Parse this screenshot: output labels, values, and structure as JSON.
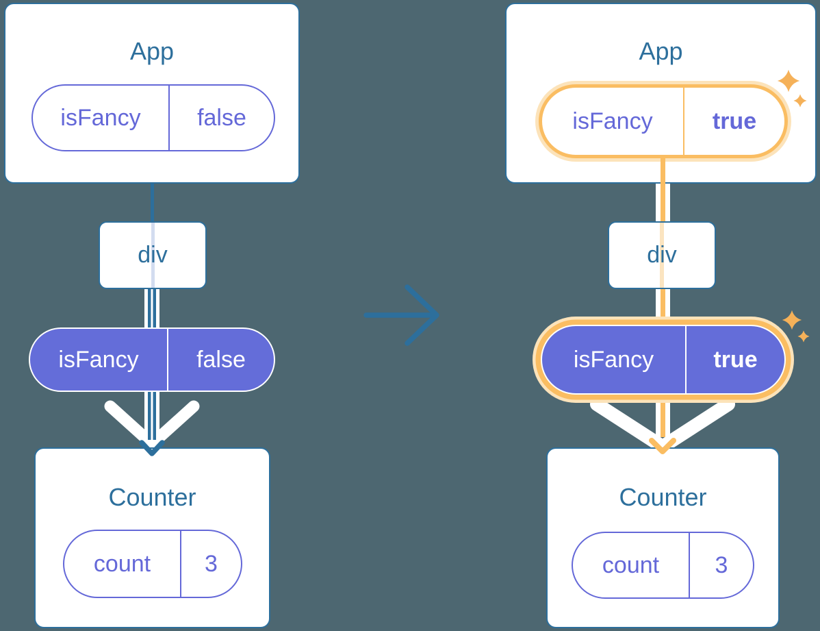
{
  "colors": {
    "background": "#4D6771",
    "card_stroke_blue": "#2D6F9C",
    "purple": "#646DD9",
    "purple_text": "#6468D8",
    "orange": "#FABD62",
    "orange_pale": "#FCE3BA",
    "white": "#FFFFFF"
  },
  "left_tree": {
    "app": {
      "title": "App",
      "pill": {
        "key": "isFancy",
        "value": "false"
      }
    },
    "div": {
      "title": "div"
    },
    "prop_pill": {
      "key": "isFancy",
      "value": "false"
    },
    "counter": {
      "title": "Counter",
      "pill": {
        "key": "count",
        "value": "3"
      }
    }
  },
  "right_tree": {
    "app": {
      "title": "App",
      "pill": {
        "key": "isFancy",
        "value": "true"
      }
    },
    "div": {
      "title": "div"
    },
    "prop_pill": {
      "key": "isFancy",
      "value": "true"
    },
    "counter": {
      "title": "Counter",
      "pill": {
        "key": "count",
        "value": "3"
      }
    }
  }
}
